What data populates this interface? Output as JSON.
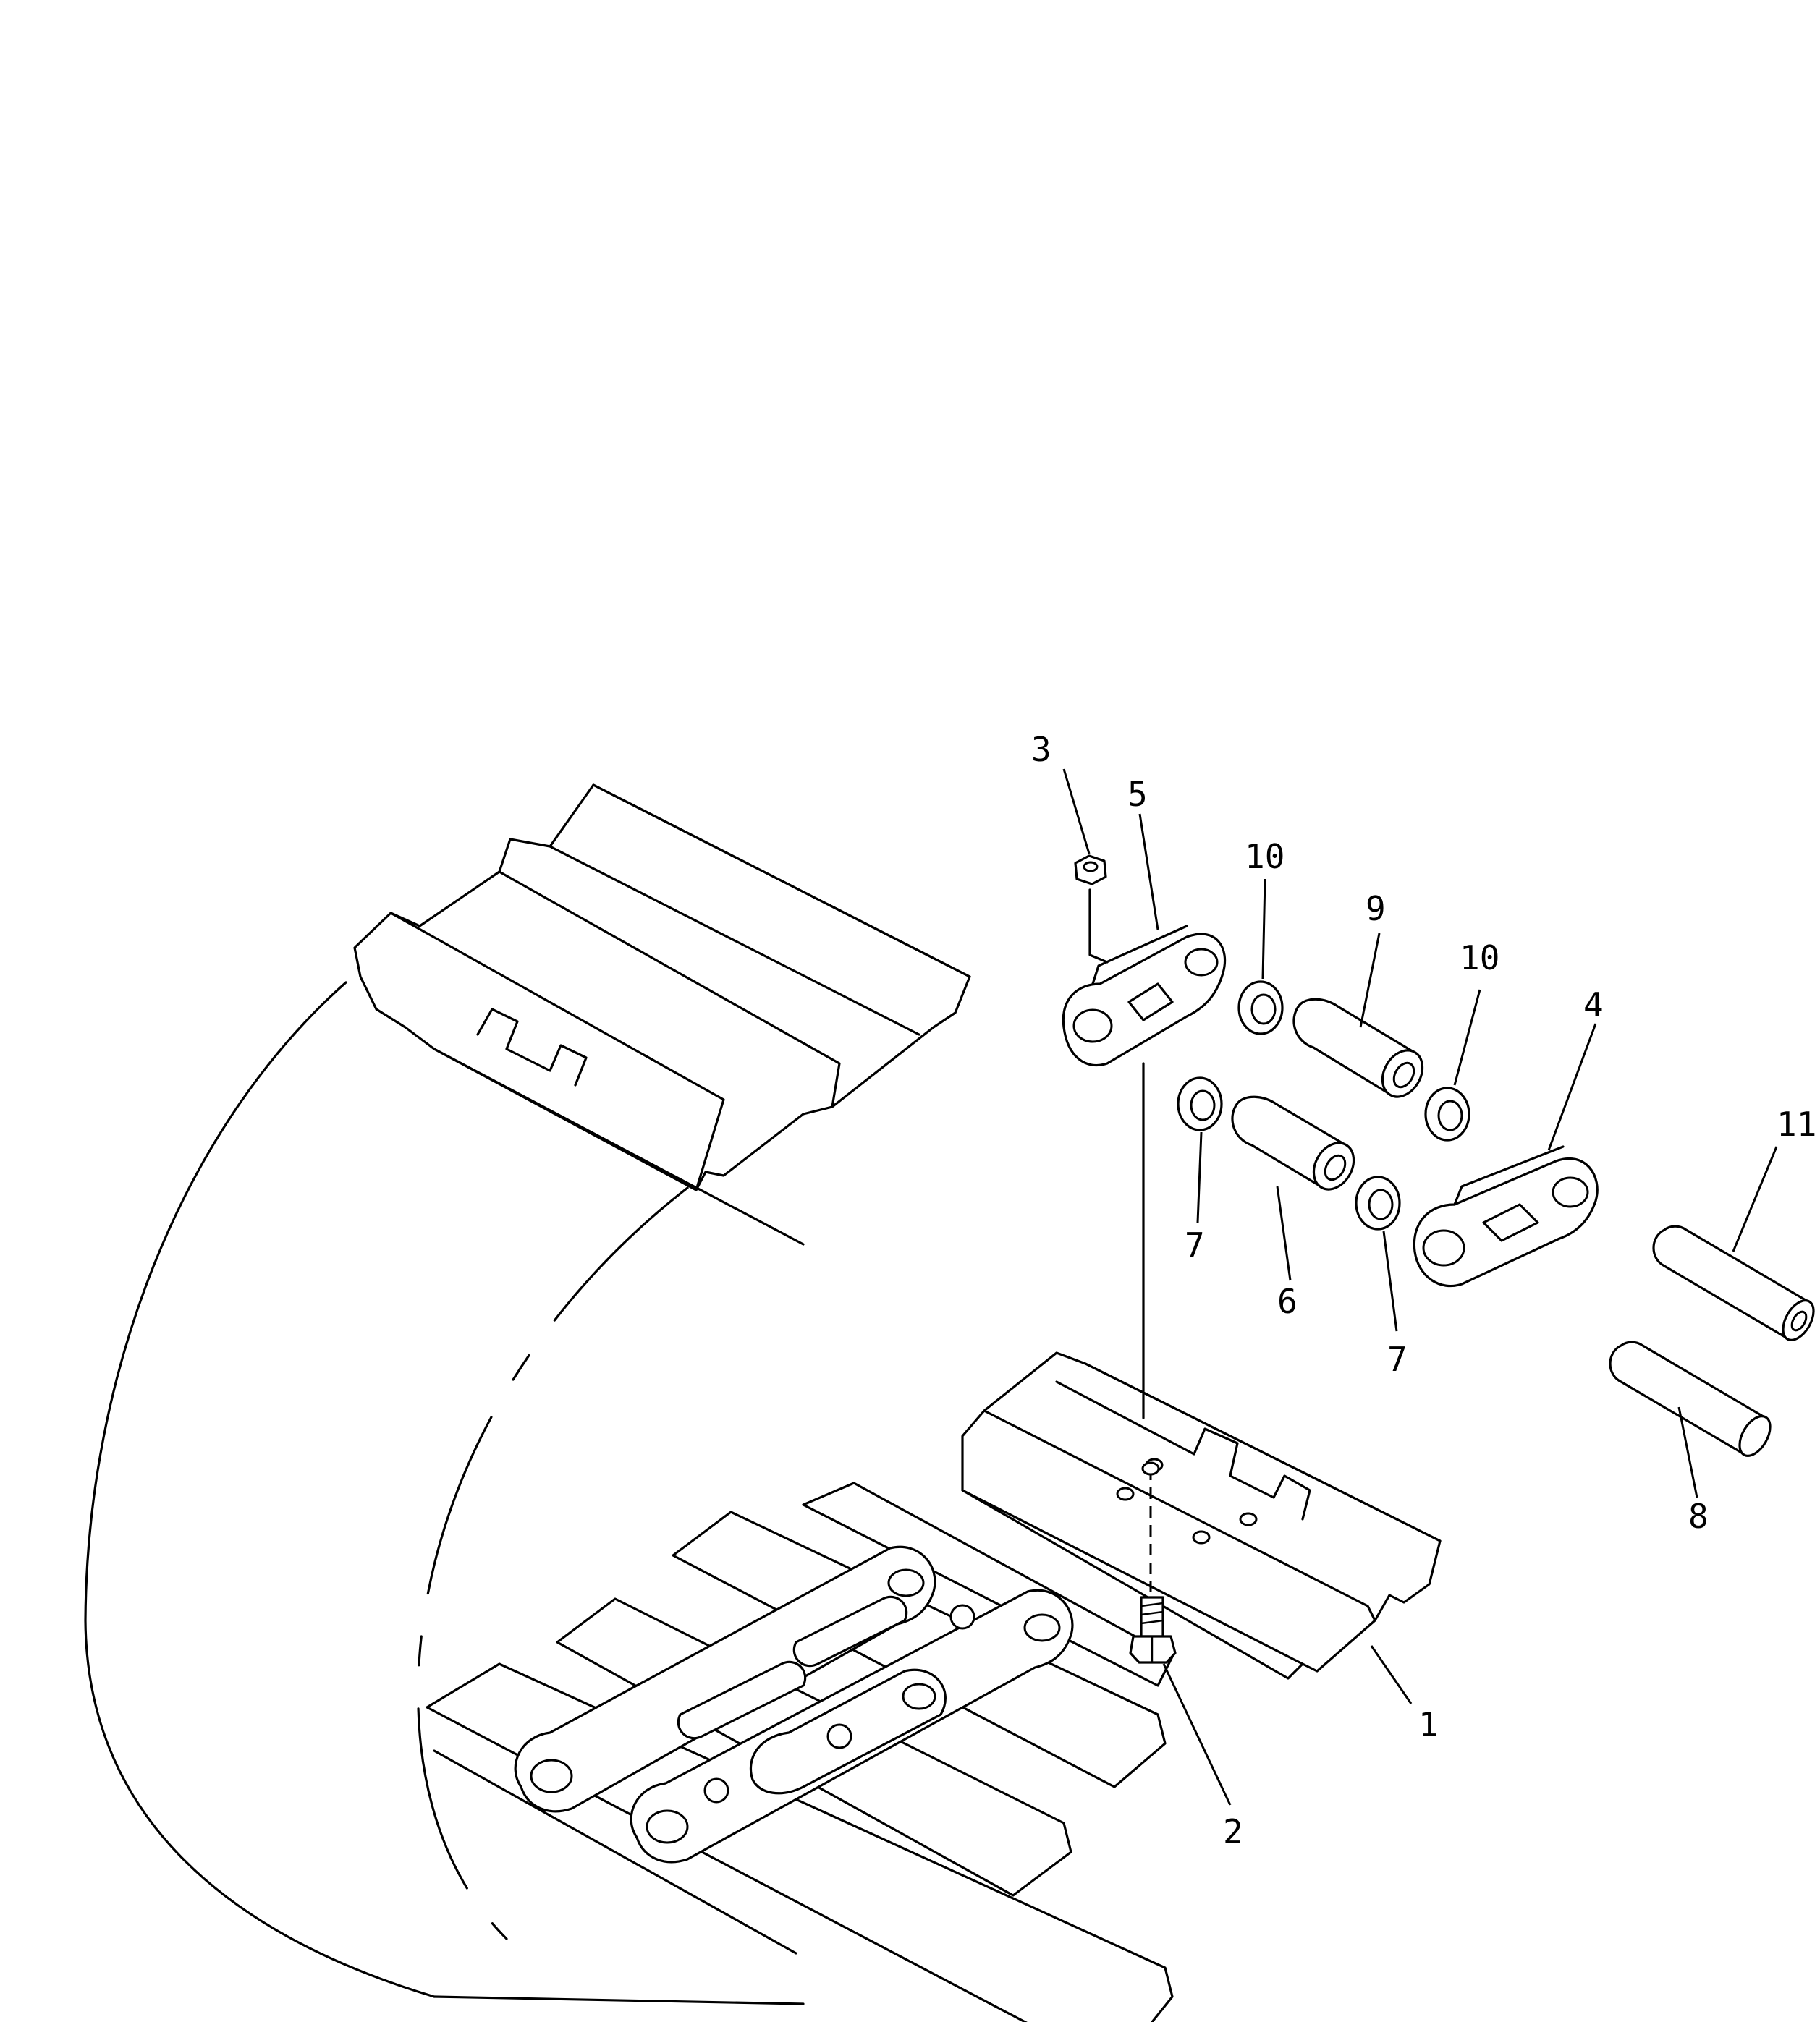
{
  "callouts": [
    {
      "id": "1",
      "label": "1"
    },
    {
      "id": "2",
      "label": "2"
    },
    {
      "id": "3",
      "label": "3"
    },
    {
      "id": "4",
      "label": "4"
    },
    {
      "id": "5",
      "label": "5"
    },
    {
      "id": "6",
      "label": "6"
    },
    {
      "id": "7a",
      "label": "7"
    },
    {
      "id": "7b",
      "label": "7"
    },
    {
      "id": "8",
      "label": "8"
    },
    {
      "id": "9",
      "label": "9"
    },
    {
      "id": "10a",
      "label": "10"
    },
    {
      "id": "10b",
      "label": "10"
    },
    {
      "id": "11",
      "label": "11"
    }
  ],
  "colors": {
    "ink": "#000000",
    "paper": "#ffffff"
  }
}
